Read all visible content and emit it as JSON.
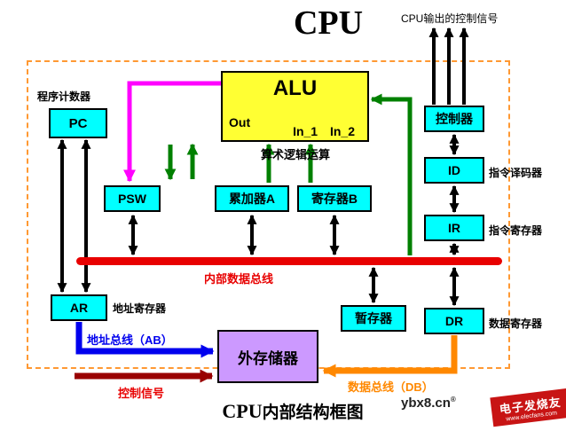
{
  "title": "CPU",
  "caption": {
    "en": "CPU",
    "zh": "内部结构框图"
  },
  "notes": {
    "top_right": "CPU输出的控制信号"
  },
  "components": {
    "pc": {
      "label": "PC",
      "caption": "程序计数器"
    },
    "psw": {
      "label": "PSW"
    },
    "alu": {
      "label": "ALU",
      "out": "Out",
      "inputs": "In_1 In_2",
      "caption": "算术逻辑运算"
    },
    "acc_a": {
      "label": "累加器A"
    },
    "reg_b": {
      "label": "寄存器B"
    },
    "controller": {
      "label": "控制器"
    },
    "id": {
      "label": "ID",
      "caption": "指令译码器"
    },
    "ir": {
      "label": "IR",
      "caption": "指令寄存器"
    },
    "dr": {
      "label": "DR",
      "caption": "数据寄存器"
    },
    "ar": {
      "label": "AR",
      "caption": "地址寄存器"
    },
    "temp": {
      "label": "暂存器"
    },
    "ext_mem": {
      "label": "外存储器"
    }
  },
  "buses": {
    "internal": "内部数据总线",
    "address": "地址总线（AB）",
    "control": "控制信号",
    "data": "数据总线（DB）"
  },
  "watermark": {
    "site": "ybx8.cn",
    "reg_mark": "®",
    "brand": "电子发烧友",
    "brand_url": "www.elecfans.com"
  },
  "colors": {
    "register_box": "#00FFFF",
    "alu_box": "#FFFF33",
    "memory_box": "#CC99FF",
    "internal_bus": "#E80000",
    "cpu_boundary": "#FF9933",
    "address_bus_arrow": "#0000EE",
    "data_bus_arrow": "#FF8800",
    "control_signal_arrow": "#990000",
    "alu_feed_arrow": "#008000",
    "psw_arrow": "#FF00FF"
  }
}
